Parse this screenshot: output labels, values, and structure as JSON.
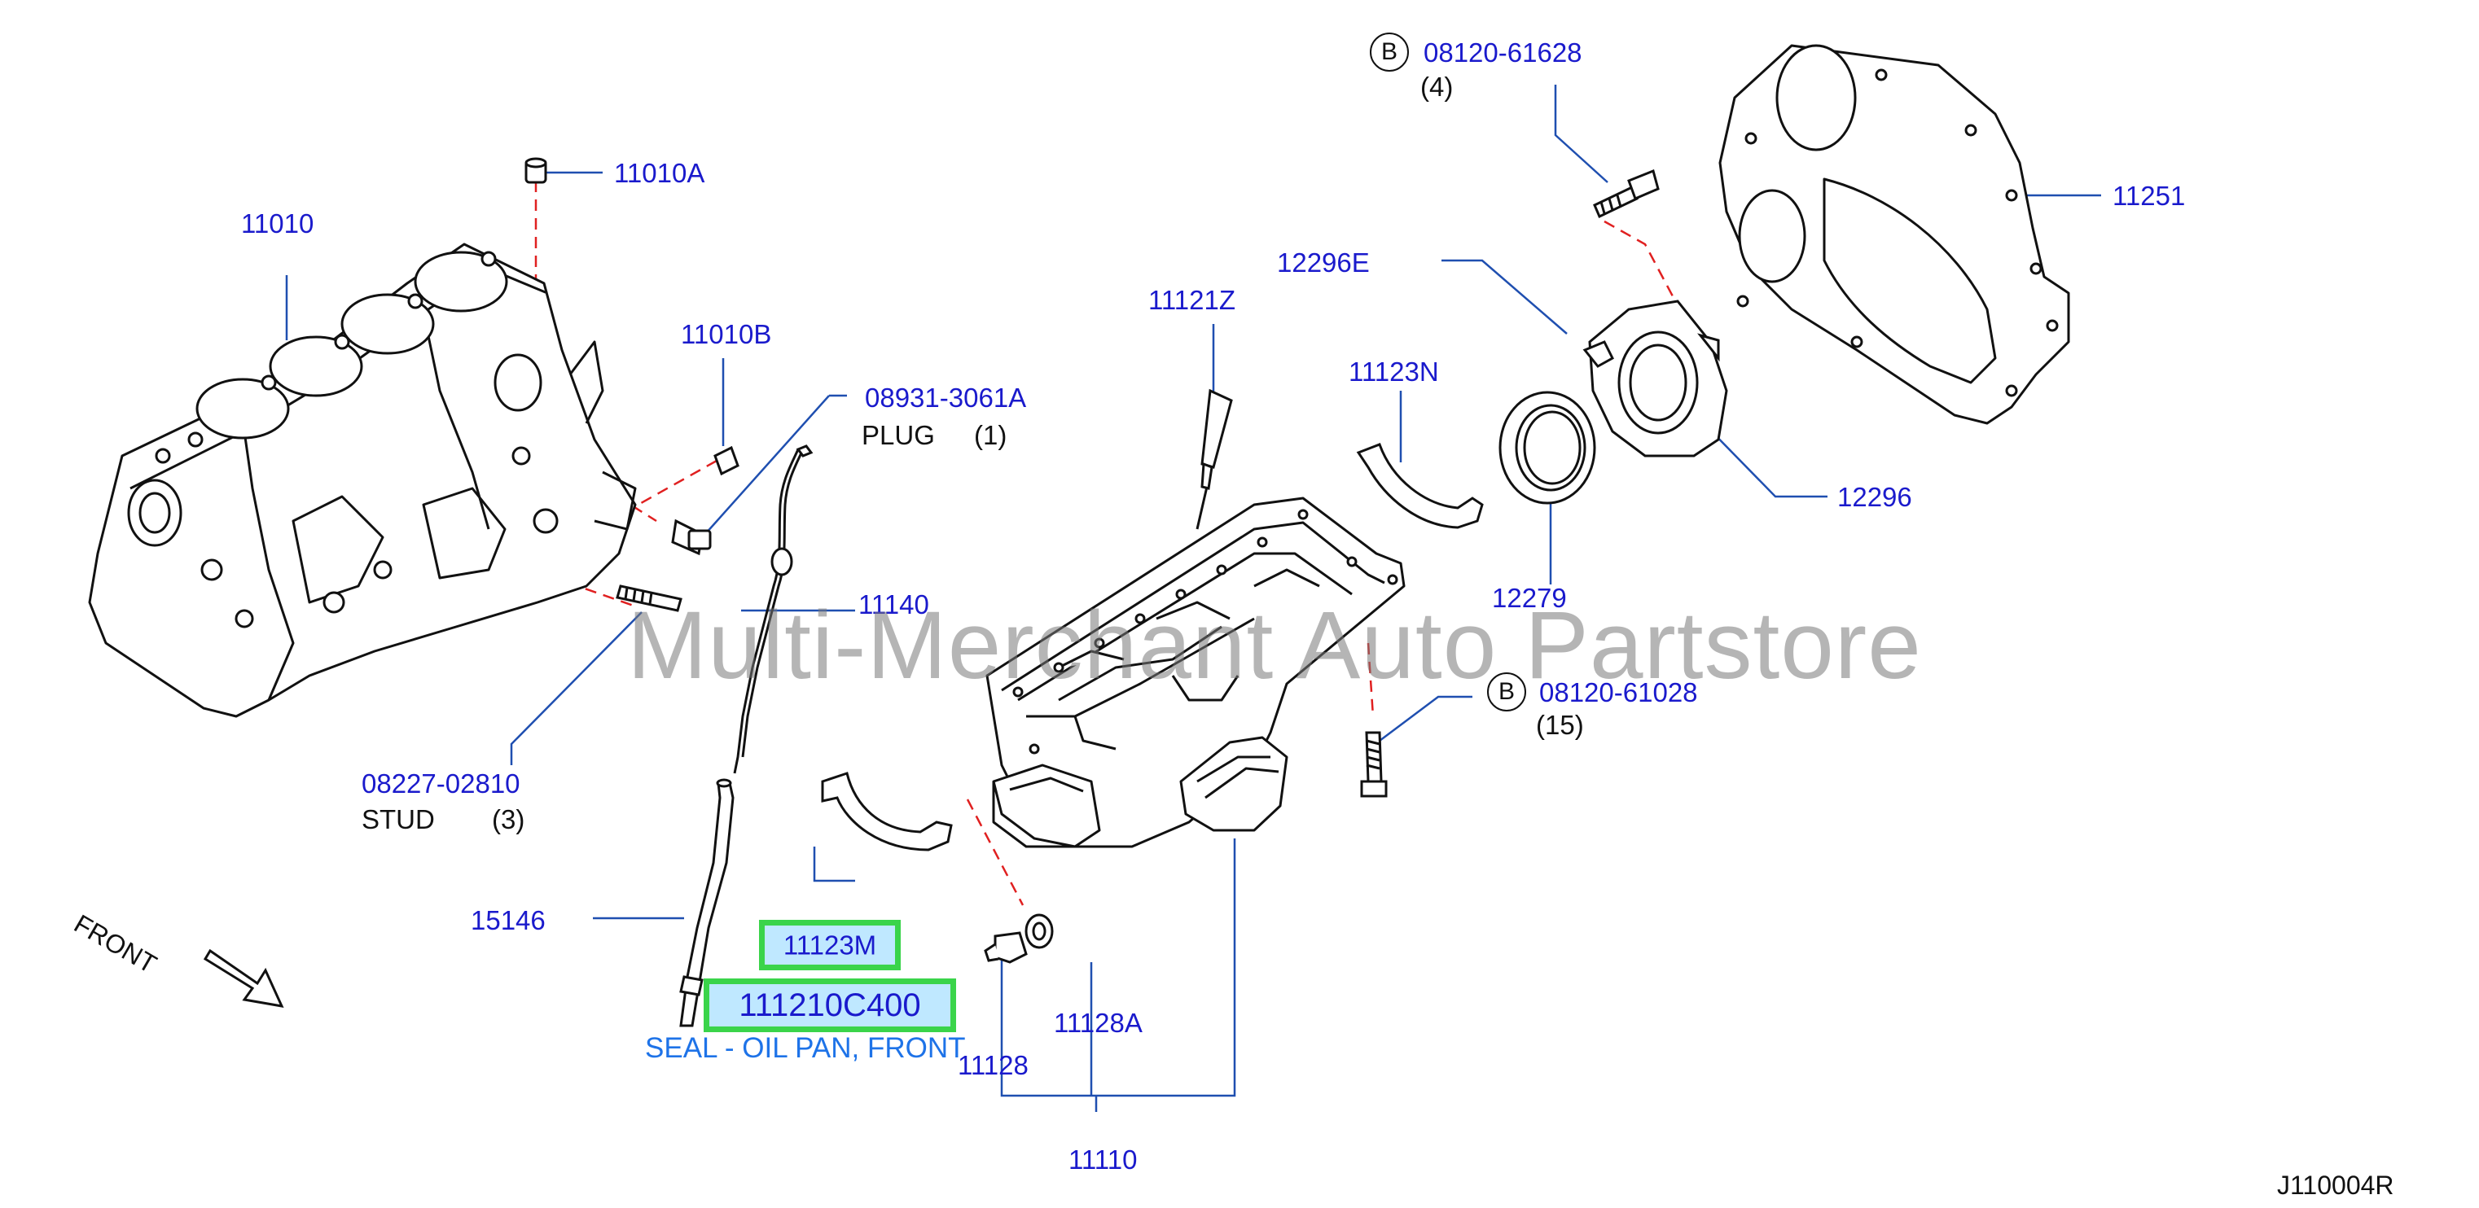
{
  "watermark": "Multi-Merchant Auto Partstore",
  "diagram_code": "J110004R",
  "front_label": "FRONT",
  "bolt_marker": "B",
  "parts": {
    "p11010A": "11010A",
    "p11010": "11010",
    "p11010B": "11010B",
    "p08931": "08931-3061A",
    "plug_label": "PLUG",
    "plug_qty": "(1)",
    "p11140": "11140",
    "p08227": "08227-02810",
    "stud_label": "STUD",
    "stud_qty": "(3)",
    "p15146": "15146",
    "p11123M": "11123M",
    "p111210C400": "111210C400",
    "seal_link": "SEAL - OIL PAN, FRONT",
    "p11128": "11128",
    "p11128A": "11128A",
    "p11110": "11110",
    "p11121Z": "11121Z",
    "p12296E": "12296E",
    "p11123N": "11123N",
    "p12279": "12279",
    "p12296": "12296",
    "p08120_61628": "08120-61628",
    "qty_61628": "(4)",
    "p11251": "11251",
    "p08120_61028": "08120-61028",
    "qty_61028": "(15)"
  },
  "colors": {
    "part_number": "#1a1acc",
    "highlight_border": "#3ad44a",
    "highlight_fill": "#bfe8ff",
    "link": "#1e73e8",
    "leader": "#1f4fb0",
    "dashed": "#e02020"
  }
}
